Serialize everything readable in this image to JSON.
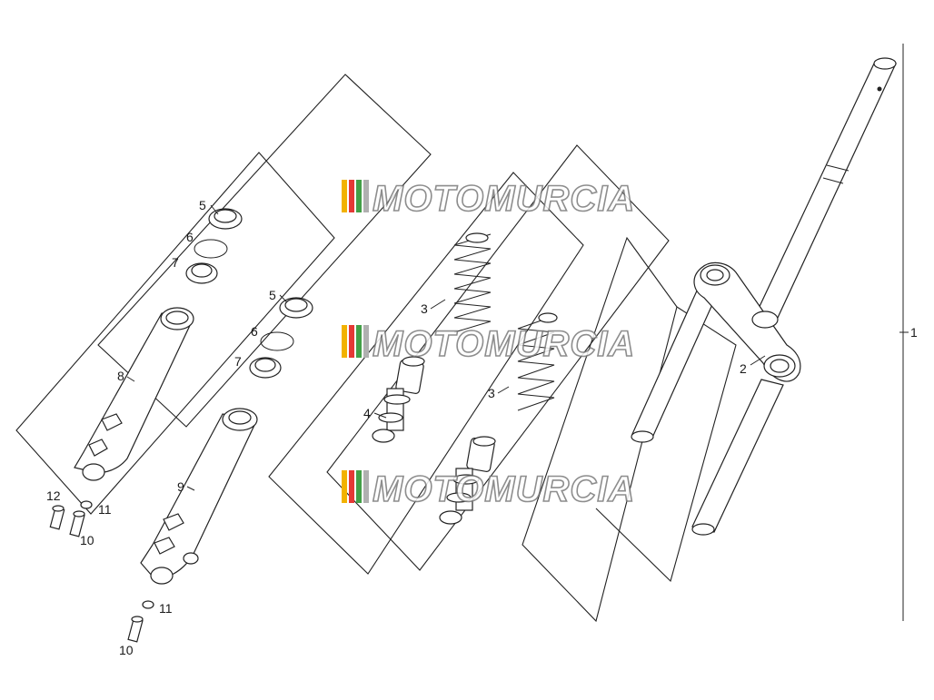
{
  "callouts": {
    "c1": "1",
    "c2": "2",
    "c3a": "3",
    "c3b": "3",
    "c4": "4",
    "c5a": "5",
    "c5b": "5",
    "c6a": "6",
    "c6b": "6",
    "c7a": "7",
    "c7b": "7",
    "c8": "8",
    "c9": "9",
    "c10a": "10",
    "c10b": "10",
    "c11a": "11",
    "c11b": "11",
    "c12": "12"
  },
  "watermark": {
    "text": "MOTOMURCIA",
    "stripe_colors": [
      "#f2b200",
      "#e53935",
      "#43a047",
      "#b0b0b0"
    ]
  }
}
